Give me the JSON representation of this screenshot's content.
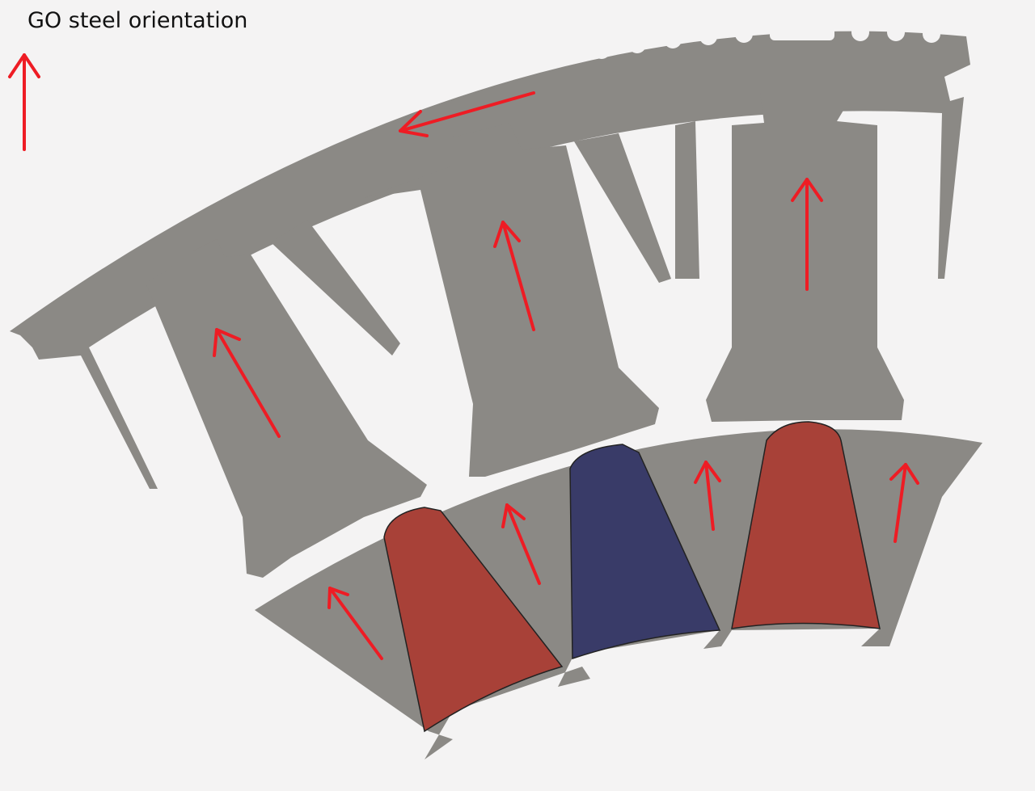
{
  "caption": "GO steel orientation",
  "colors": {
    "background": "#f4f3f3",
    "steel": "#8b8985",
    "arrow": "#ee1c24",
    "magnet_red": "#a84138",
    "magnet_blue": "#393b68"
  },
  "legend_arrow": {
    "icon": "up-arrow-icon",
    "meaning": "GO steel orientation direction"
  },
  "stator_segments": [
    {
      "id": "seg-1",
      "orientation_arrow": "up-left"
    },
    {
      "id": "seg-2",
      "orientation_arrow": "up-left"
    },
    {
      "id": "seg-3",
      "orientation_arrow": "up"
    }
  ],
  "rotor_magnets": [
    {
      "id": "magnet-1",
      "color": "red"
    },
    {
      "id": "magnet-2",
      "color": "blue"
    },
    {
      "id": "magnet-3",
      "color": "red"
    }
  ],
  "yoke_arrow": {
    "direction": "left"
  }
}
